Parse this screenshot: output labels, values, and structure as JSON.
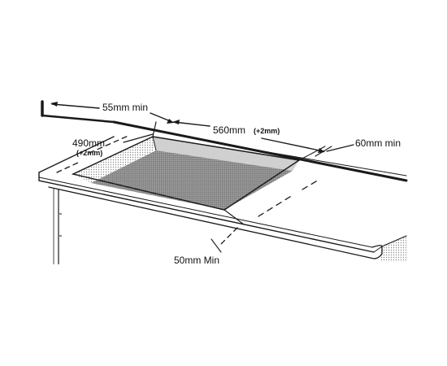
{
  "labels": {
    "rear_clearance": "55mm min",
    "width": "560mm",
    "width_tolerance": "(+2mm)",
    "side_clearance": "60mm min",
    "depth": "490mm",
    "depth_tolerance": "(+2mm)",
    "front_clearance": "50mm Min"
  },
  "colors": {
    "line": "#1a1a1a",
    "cutout_shade": "#b8b8b8",
    "cabinet_shade": "#e2e2e2",
    "background": "#ffffff"
  }
}
